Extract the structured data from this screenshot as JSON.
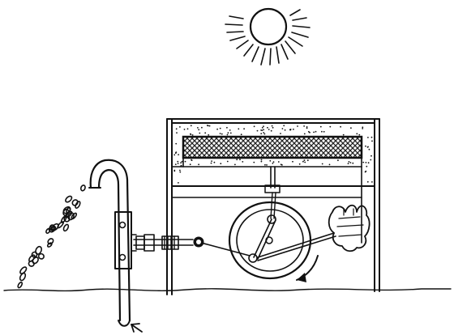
{
  "figure": {
    "kind": "hand-drawn schematic illustration",
    "has_text": false
  },
  "elements": {
    "sun": "sun-icon",
    "engine": "solar-pump-engine",
    "pump": "water-pump",
    "water": "water-spray",
    "arrows": [
      "rotation-arrow",
      "inlet-arrow"
    ]
  },
  "colors": {
    "ink": "#111111",
    "background": "#ffffff",
    "crosshatch": "#222222"
  }
}
